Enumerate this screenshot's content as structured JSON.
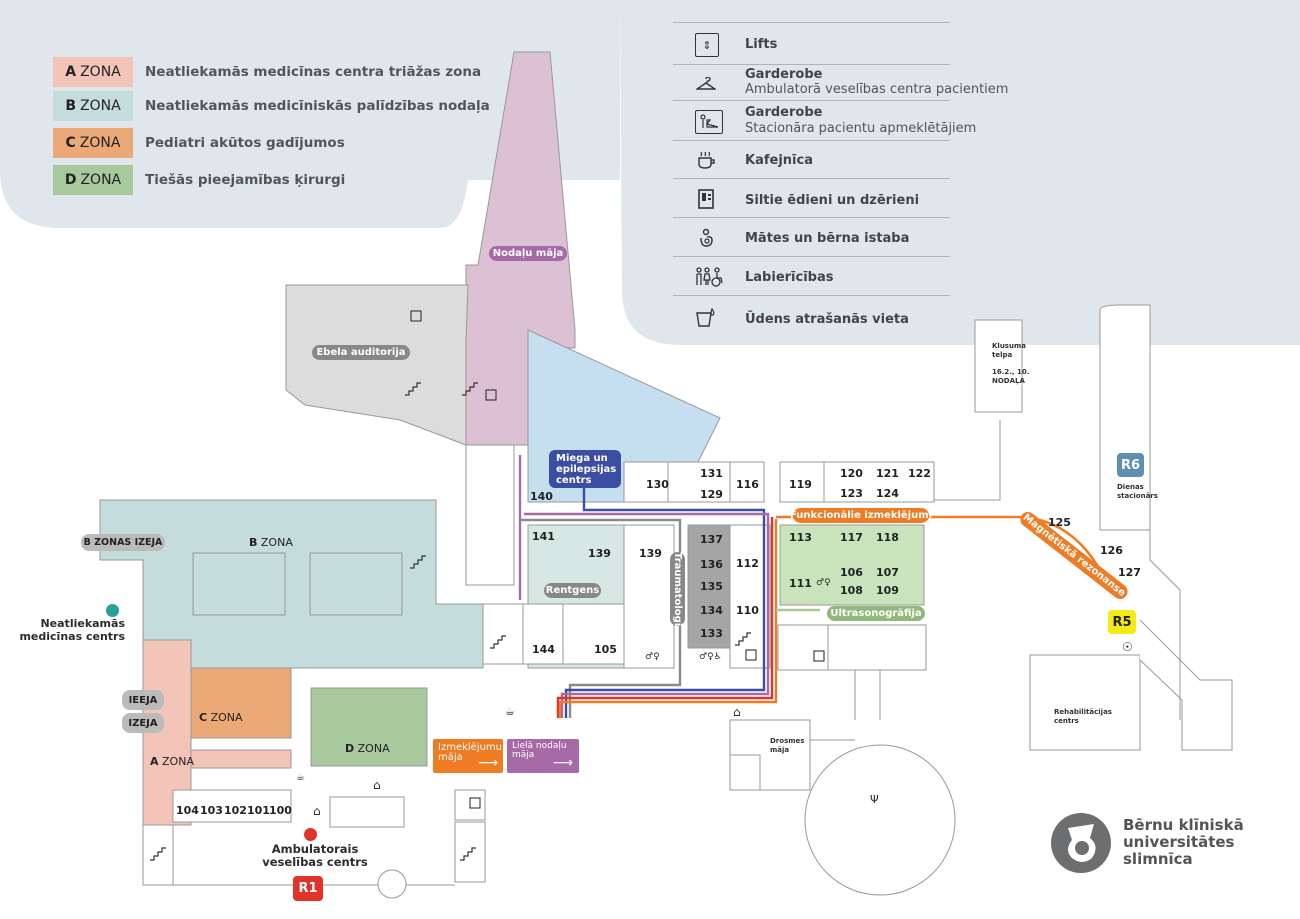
{
  "zones": [
    {
      "letter": "A",
      "word": "ZONA",
      "description": "Neatliekamās medicīnas centra triāžas zona",
      "color": "#f2c5b8"
    },
    {
      "letter": "B",
      "word": "ZONA",
      "description": "Neatliekamās medicīniskās palīdzības nodaļa",
      "color": "#c4dcdc"
    },
    {
      "letter": "C",
      "word": "ZONA",
      "description": "Pediatri akūtos gadījumos",
      "color": "#eba978"
    },
    {
      "letter": "D",
      "word": "ZONA",
      "description": "Tiešās pieejamības ķirurgi",
      "color": "#a8c99c"
    }
  ],
  "legend": [
    {
      "icon": "elevator-icon",
      "title": "Lifts",
      "subtitle": ""
    },
    {
      "icon": "hanger-icon",
      "title": "Garderobe",
      "subtitle": "Ambulatorā veselības centra pacientiem"
    },
    {
      "icon": "person-hanger-icon",
      "title": "Garderobe",
      "subtitle": "Stacionāra pacientu apmeklētājiem"
    },
    {
      "icon": "coffee-cup-icon",
      "title": "Kafejnīca",
      "subtitle": ""
    },
    {
      "icon": "vending-machine-icon",
      "title": "Siltie ēdieni un dzērieni",
      "subtitle": ""
    },
    {
      "icon": "mother-child-icon",
      "title": "Mātes un bērna istaba",
      "subtitle": ""
    },
    {
      "icon": "restroom-icon",
      "title": "Labierīcības",
      "subtitle": ""
    },
    {
      "icon": "water-icon",
      "title": "Ūdens atrašanās vieta",
      "subtitle": ""
    }
  ],
  "map": {
    "buildings": {
      "nodalu_maja": "Nodaļu māja",
      "ebela": "Ebela auditorija",
      "miega": "Miega un epilepsijas centrs",
      "rentgens": "Rentgens",
      "traumatologi": "Traumatologi",
      "funkcionalie": "Funkcionālie izmeklējumi",
      "magnetiska": "Magnētiskā rezonanse",
      "ultrasonografija": "Ultrasonogrāfija",
      "drosmes": "Drosmes māja",
      "klusuma": "Klusuma telpa",
      "klusuma_sub": "16.2., 10. NODAĻA",
      "dienas": "Dienas stacionārs",
      "rehab": "Rehabilitācijas centrs",
      "izmeklejumu": "Izmeklējumu māja",
      "liela": "Lielā nodaļu māja",
      "b_zona_letter": "B",
      "b_zona_word": "ZONA",
      "c_zona_letter": "C",
      "c_zona_word": "ZONA",
      "d_zona_letter": "D",
      "d_zona_word": "ZONA",
      "a_zona_letter": "A",
      "a_zona_word": "ZONA",
      "neatliekamas": "Neatliekamās medicīnas centrs",
      "ambulatorais": "Ambulatorais veselības centrs"
    },
    "exits": {
      "b_izeja": "B ZONAS IZEJA",
      "ieeja": "IEEJA",
      "izeja": "IZEJA"
    },
    "entrances": {
      "r1": "R1",
      "r5": "R5",
      "r6": "R6"
    },
    "rooms": {
      "r140": "140",
      "r130": "130",
      "r131": "131",
      "r129": "129",
      "r116": "116",
      "r119": "119",
      "r120": "120",
      "r121": "121",
      "r122": "122",
      "r123": "123",
      "r124": "124",
      "r125": "125",
      "r126": "126",
      "r127": "127",
      "r141": "141",
      "r139a": "139",
      "r139b": "139",
      "r137": "137",
      "r136": "136",
      "r135": "135",
      "r134": "134",
      "r133": "133",
      "r112": "112",
      "r110": "110",
      "r113": "113",
      "r117": "117",
      "r118": "118",
      "r111": "111",
      "r106": "106",
      "r107": "107",
      "r108": "108",
      "r109": "109",
      "r144": "144",
      "r105": "105",
      "r104": "104",
      "r103": "103",
      "r102": "102",
      "r101": "101",
      "r100": "100"
    }
  },
  "logo": {
    "line1": "Bērnu klīniskā",
    "line2": "universitātes",
    "line3": "slimnīca"
  },
  "colors": {
    "panel": "#dfe7ed",
    "pink": "#dcc0d4",
    "gray_bldg": "#dcdcdc",
    "blue_bldg": "#c5def0",
    "green": "#c9e4bc",
    "navy": "#3b4ea1",
    "orange": "#ef7b22",
    "purple": "#a66aa8",
    "red": "#e2332a",
    "yellow": "#f5ea14",
    "r6": "#5f8fb0"
  }
}
